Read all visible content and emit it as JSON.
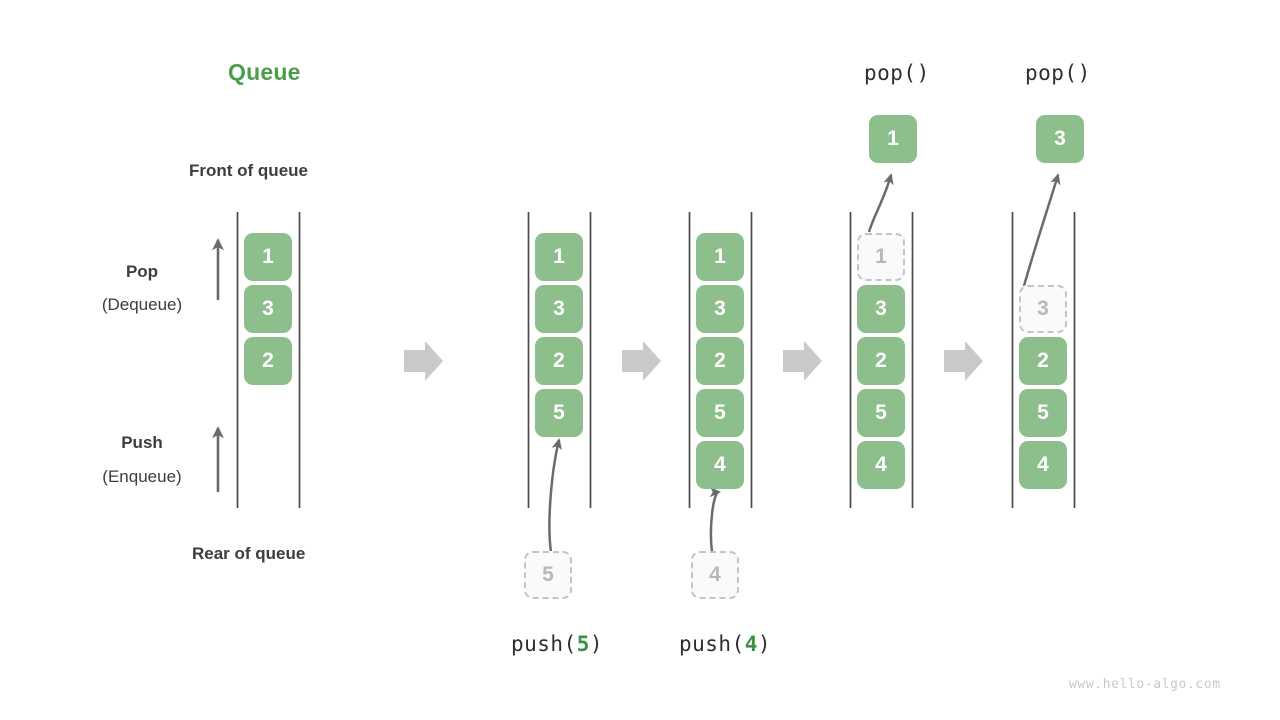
{
  "title": "Queue",
  "labels": {
    "front_of_queue": "Front of queue",
    "rear_of_queue": "Rear of queue",
    "pop_main": "Pop",
    "pop_sub": "(Dequeue)",
    "push_main": "Push",
    "push_sub": "(Enqueue)"
  },
  "watermark": "www.hello-algo.com",
  "colors": {
    "title_green": "#4a9e4a",
    "cell_green": "#8cbf8c",
    "cell_text": "#ffffff",
    "ghost_border": "#c4c4c4",
    "ghost_text": "#b8b8b8",
    "rail": "#4a4a4a",
    "arrow": "#6b6b6b",
    "step_arrow": "#c9c9c9",
    "label_dark": "#3d3d3d",
    "watermark_gray": "#c8c8c8"
  },
  "steps": [
    {
      "id": "initial",
      "caption": "",
      "cells": [
        {
          "value": "1",
          "state": "filled"
        },
        {
          "value": "3",
          "state": "filled"
        },
        {
          "value": "2",
          "state": "filled"
        }
      ],
      "incoming": null,
      "popped": null,
      "pop_caption": ""
    },
    {
      "id": "after-push-5",
      "caption": "push(5)",
      "caption_arg": "5",
      "cells": [
        {
          "value": "1",
          "state": "filled"
        },
        {
          "value": "3",
          "state": "filled"
        },
        {
          "value": "2",
          "state": "filled"
        },
        {
          "value": "5",
          "state": "filled"
        }
      ],
      "incoming": {
        "value": "5",
        "state": "ghost"
      },
      "popped": null,
      "pop_caption": ""
    },
    {
      "id": "after-push-4",
      "caption": "push(4)",
      "caption_arg": "4",
      "cells": [
        {
          "value": "1",
          "state": "filled"
        },
        {
          "value": "3",
          "state": "filled"
        },
        {
          "value": "2",
          "state": "filled"
        },
        {
          "value": "5",
          "state": "filled"
        },
        {
          "value": "4",
          "state": "filled"
        }
      ],
      "incoming": {
        "value": "4",
        "state": "ghost"
      },
      "popped": null,
      "pop_caption": ""
    },
    {
      "id": "after-pop-1",
      "caption": "",
      "cells": [
        {
          "value": "1",
          "state": "ghost"
        },
        {
          "value": "3",
          "state": "filled"
        },
        {
          "value": "2",
          "state": "filled"
        },
        {
          "value": "5",
          "state": "filled"
        },
        {
          "value": "4",
          "state": "filled"
        }
      ],
      "incoming": null,
      "popped": {
        "value": "1",
        "state": "filled"
      },
      "pop_caption": "pop()"
    },
    {
      "id": "after-pop-3",
      "caption": "",
      "cells": [
        {
          "value": "",
          "state": "empty"
        },
        {
          "value": "3",
          "state": "ghost"
        },
        {
          "value": "2",
          "state": "filled"
        },
        {
          "value": "5",
          "state": "filled"
        },
        {
          "value": "4",
          "state": "filled"
        }
      ],
      "incoming": null,
      "popped": {
        "value": "3",
        "state": "filled"
      },
      "pop_caption": "pop()"
    }
  ],
  "cell_values": {
    "c1_r1": "1",
    "c1_r2": "3",
    "c1_r3": "2",
    "c2_r1": "1",
    "c2_r2": "3",
    "c2_r3": "2",
    "c2_r4": "5",
    "c2_in": "5",
    "c3_r1": "1",
    "c3_r2": "3",
    "c3_r3": "2",
    "c3_r4": "5",
    "c3_r5": "4",
    "c3_in": "4",
    "c4_r1": "1",
    "c4_r2": "3",
    "c4_r3": "2",
    "c4_r4": "5",
    "c4_r5": "4",
    "c4_pop": "1",
    "c5_r2": "3",
    "c5_r3": "2",
    "c5_r4": "5",
    "c5_r5": "4",
    "c5_pop": "3"
  },
  "captions": {
    "push5_pre": "push(",
    "push5_arg": "5",
    "push5_post": ")",
    "push4_pre": "push(",
    "push4_arg": "4",
    "push4_post": ")",
    "pop1": "pop()",
    "pop2": "pop()"
  }
}
